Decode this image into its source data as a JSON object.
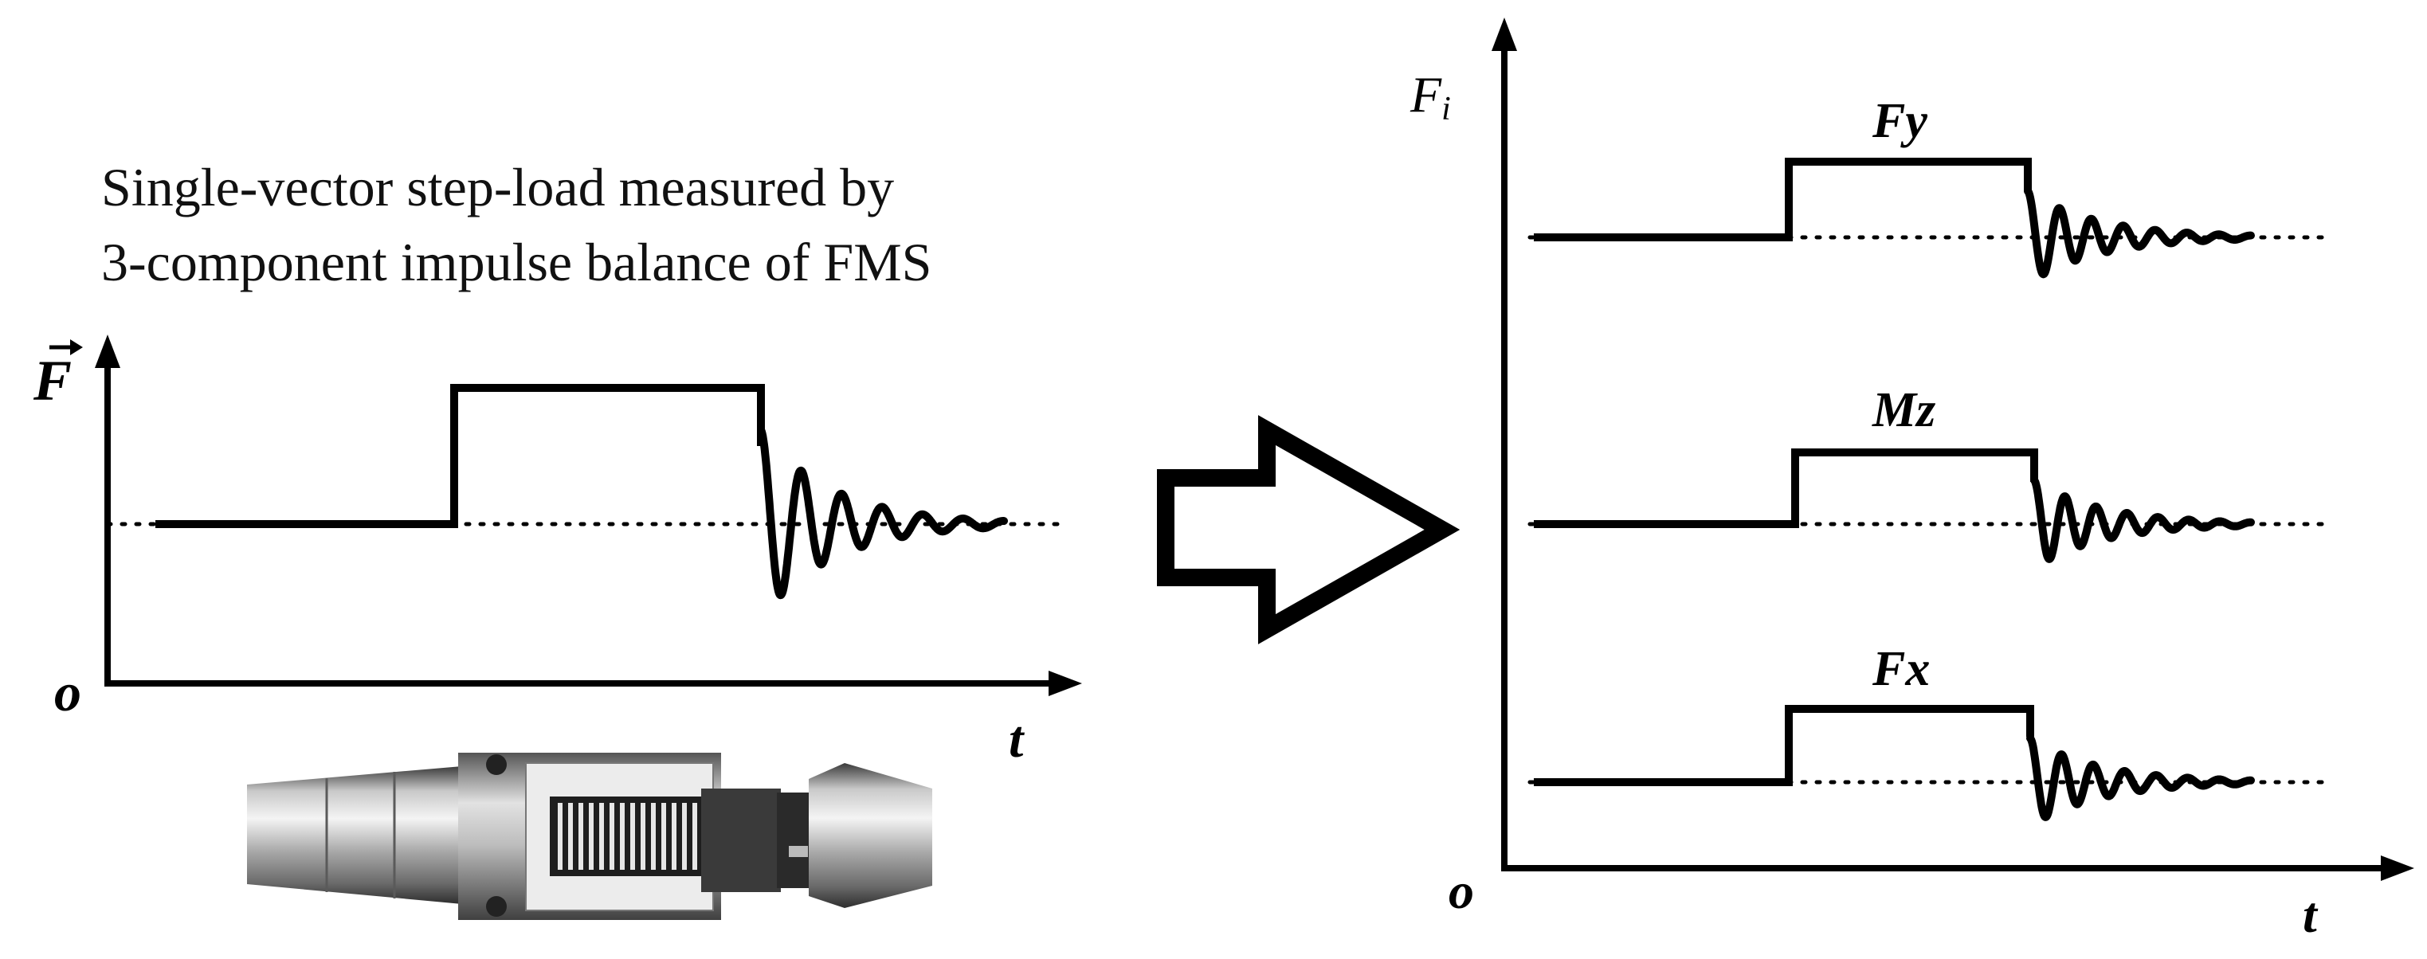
{
  "caption": {
    "line1": "Single-vector step-load measured by",
    "line2": "3-component impulse balance of FMS"
  },
  "left_plot": {
    "y_label": "F",
    "origin_label": "o",
    "x_label": "t"
  },
  "right_plot": {
    "y_label_main": "F",
    "y_label_sub": "i",
    "origin_label": "o",
    "x_label": "t",
    "signals": [
      {
        "label": "Fy"
      },
      {
        "label": "Mz"
      },
      {
        "label": "Fx"
      }
    ]
  },
  "colors": {
    "ink": "#000000",
    "background": "#ffffff"
  }
}
